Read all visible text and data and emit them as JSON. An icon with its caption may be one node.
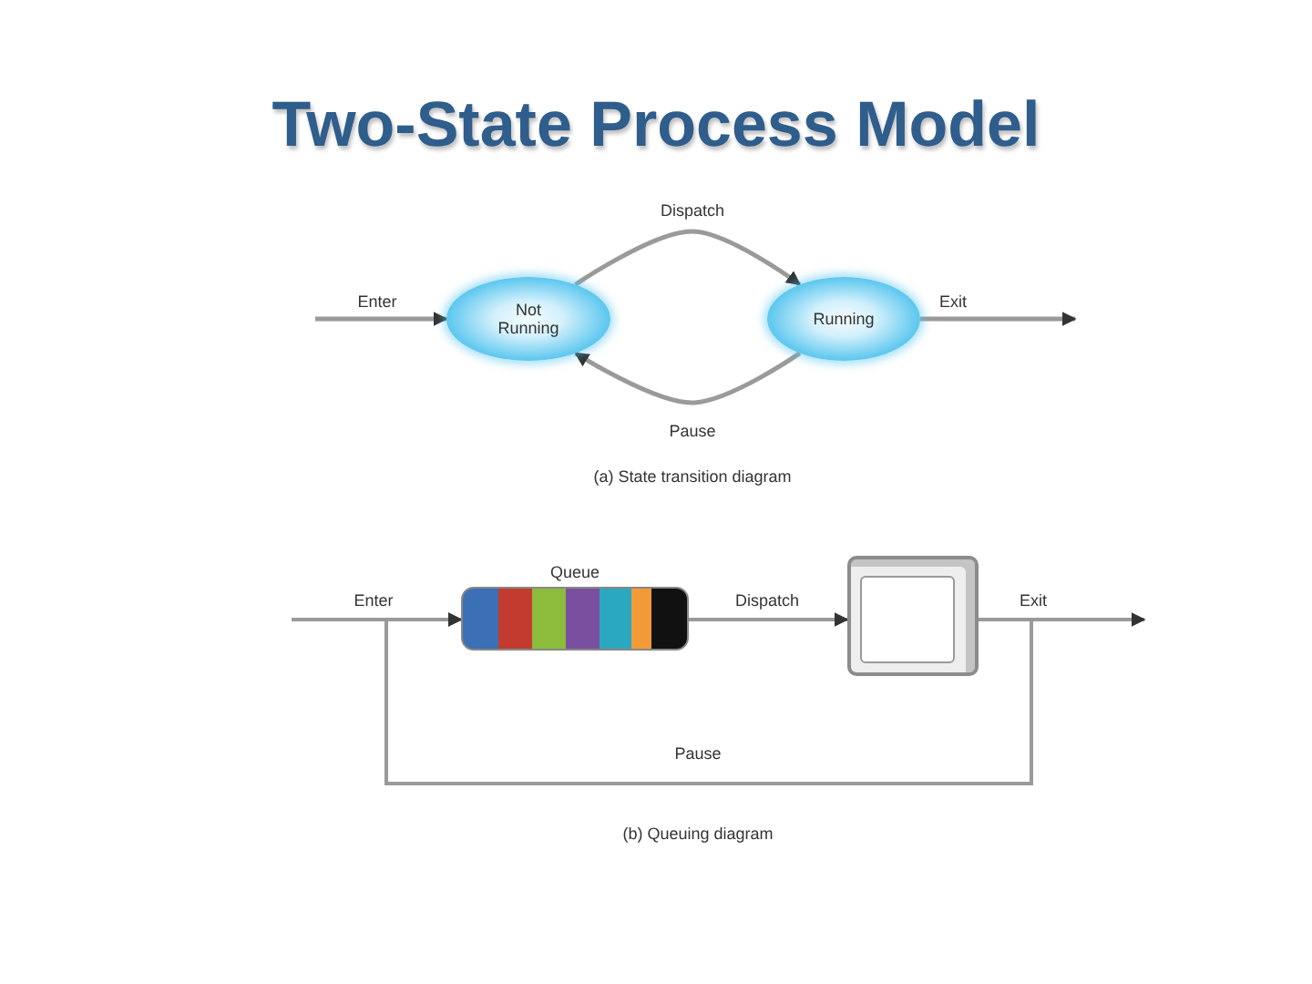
{
  "diagram": {
    "title": "Two-State Process Model",
    "nodes": [
      {
        "text": [
          "Not Running"
        ]
      },
      {
        "text": [
          "Running"
        ]
      },
      {
        "text": [
          "Queue"
        ]
      },
      {
        "text": [],
        "shape": "box"
      }
    ],
    "edges": [
      {
        "from": null,
        "to": 0,
        "arrow": "to",
        "label": "Enter"
      },
      {
        "from": 0,
        "to": 1,
        "arrow": "to",
        "label": "Dispatch"
      },
      {
        "from": 1,
        "to": 0,
        "arrow": "to",
        "label": "Pause"
      },
      {
        "from": 1,
        "to": null,
        "arrow": "to",
        "label": "Exit"
      },
      {
        "from": null,
        "to": 2,
        "arrow": "to",
        "label": "Enter"
      },
      {
        "from": 2,
        "to": 3,
        "arrow": "to",
        "label": "Dispatch"
      },
      {
        "from": 3,
        "to": null,
        "arrow": "to",
        "label": "Exit"
      },
      {
        "from": 3,
        "to": 2,
        "arrow": "to",
        "label": "Pause"
      }
    ],
    "labels": [
      "(a) State transition diagram",
      "(b) Queuing diagram"
    ]
  }
}
